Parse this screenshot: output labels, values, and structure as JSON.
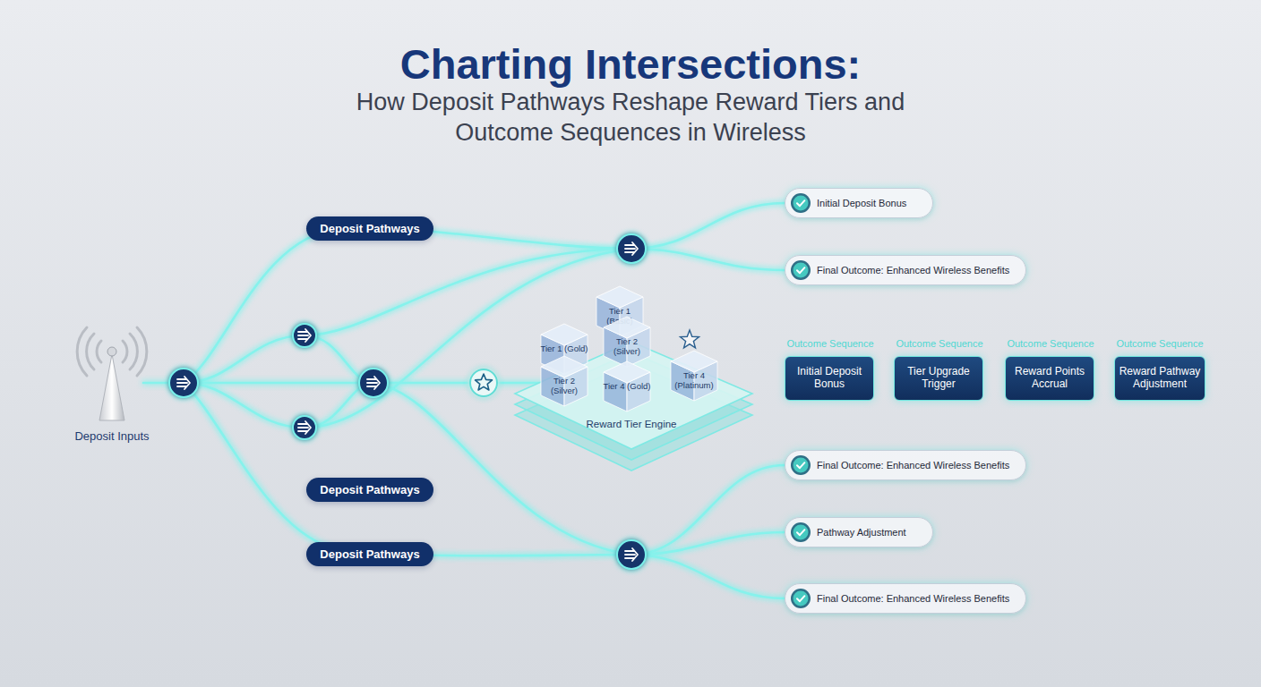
{
  "diagram": {
    "title": "Charting Intersections:",
    "nodes": [
      {
        "text": [
          "Deposit Pathways"
        ]
      },
      {
        "text": [
          "Deposit Pathways"
        ]
      },
      {
        "text": [
          "Deposit Pathways"
        ]
      },
      {
        "text": [
          "Reward Tier Engine"
        ]
      },
      {
        "text": [
          "Tier 1 (Basic)"
        ],
        "in": 3
      },
      {
        "text": [
          "Tier 1 (Gold)"
        ],
        "in": 3
      },
      {
        "text": [
          "Tier 2 (Silver)"
        ],
        "in": 3
      },
      {
        "text": [
          "Tier 2 (Silver)"
        ],
        "in": 3
      },
      {
        "text": [
          "Tier 4 (Gold)"
        ],
        "in": 3
      },
      {
        "text": [
          "Tier 4 (Platinum)"
        ],
        "in": 3
      },
      {
        "text": [
          "Outcome Sequence",
          "Initial Deposit Bonus"
        ]
      },
      {
        "text": [
          "Outcome Sequence",
          "Tier Upgrade Trigger"
        ]
      },
      {
        "text": [
          "Outcome Sequence",
          "Reward Points Accrual"
        ]
      },
      {
        "text": [
          "Outcome Sequence",
          "Reward Pathway Adjustment"
        ]
      },
      {
        "text": [
          "Initial Deposit Bonus"
        ]
      },
      {
        "text": [
          "Final Outcome: Enhanced Wireless Benefits"
        ]
      },
      {
        "text": [
          "Final Outcome: Enhanced Wireless Benefits"
        ]
      },
      {
        "text": [
          "Pathway Adjustment"
        ]
      },
      {
        "text": [
          "Final Outcome: Enhanced Wireless Benefits"
        ]
      }
    ],
    "edges": [
      {
        "from": 3,
        "to": 10,
        "arrow": "none"
      },
      {
        "from": 10,
        "to": 11,
        "arrow": "to"
      },
      {
        "from": 11,
        "to": 12,
        "arrow": "to"
      },
      {
        "from": 12,
        "to": 13,
        "arrow": "to"
      }
    ],
    "labels": [
      "How Deposit Pathways Reshape Reward Tiers and Outcome Sequences in Wireless",
      "Deposit Inputs"
    ]
  }
}
